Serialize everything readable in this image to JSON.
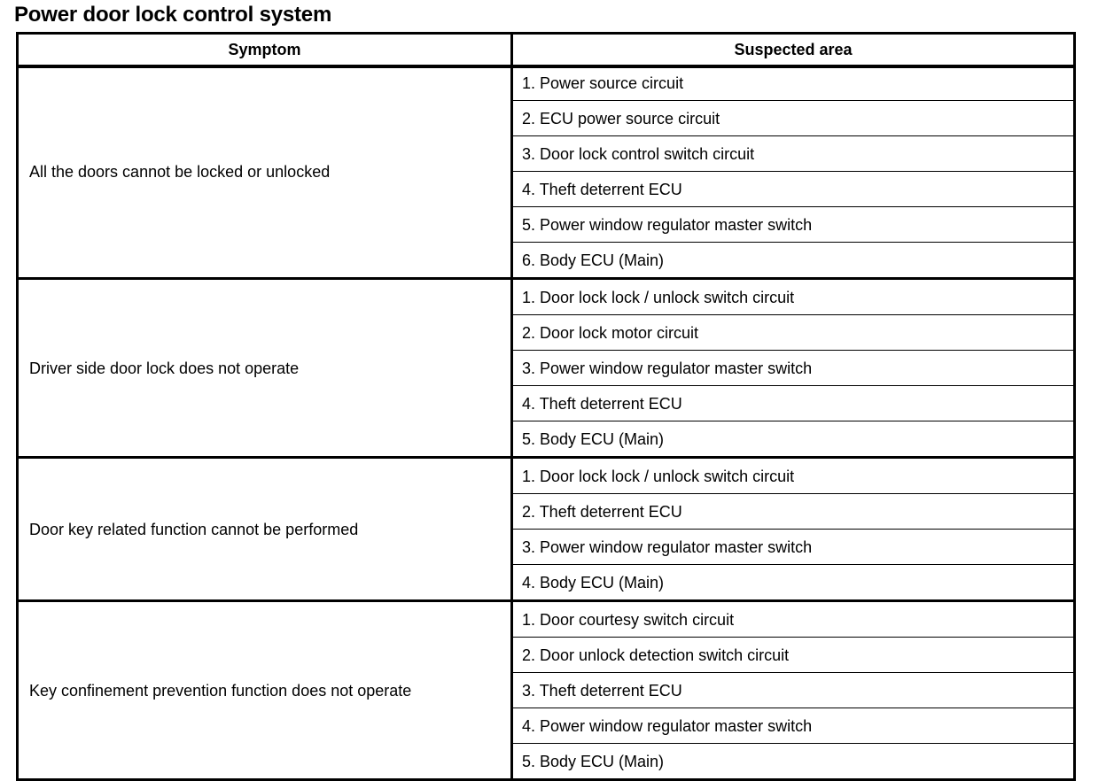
{
  "document": {
    "title": "Power door lock control system"
  },
  "table": {
    "columns": {
      "symptom": "Symptom",
      "suspected_area": "Suspected area"
    },
    "groups": [
      {
        "symptom": "All the doors cannot be locked or unlocked",
        "suspected_areas": [
          "1. Power source circuit",
          "2. ECU power source circuit",
          "3. Door lock control switch circuit",
          "4. Theft deterrent ECU",
          "5. Power window regulator master switch",
          "6. Body ECU (Main)"
        ]
      },
      {
        "symptom": "Driver side door lock does not operate",
        "suspected_areas": [
          "1. Door lock lock / unlock switch circuit",
          "2. Door lock motor circuit",
          "3. Power window regulator master switch",
          "4. Theft deterrent ECU",
          "5. Body ECU (Main)"
        ]
      },
      {
        "symptom": "Door key related function cannot be performed",
        "suspected_areas": [
          "1. Door lock lock / unlock switch circuit",
          "2. Theft deterrent ECU",
          "3. Power window regulator master switch",
          "4. Body ECU (Main)"
        ]
      },
      {
        "symptom": "Key confinement prevention function does not operate",
        "suspected_areas": [
          "1. Door courtesy switch circuit",
          "2. Door unlock detection switch circuit",
          "3. Theft deterrent ECU",
          "4. Power window regulator master switch",
          "5. Body ECU (Main)"
        ]
      }
    ]
  },
  "colors": {
    "text": "#000000",
    "background": "#ffffff",
    "rule": "#000000"
  }
}
